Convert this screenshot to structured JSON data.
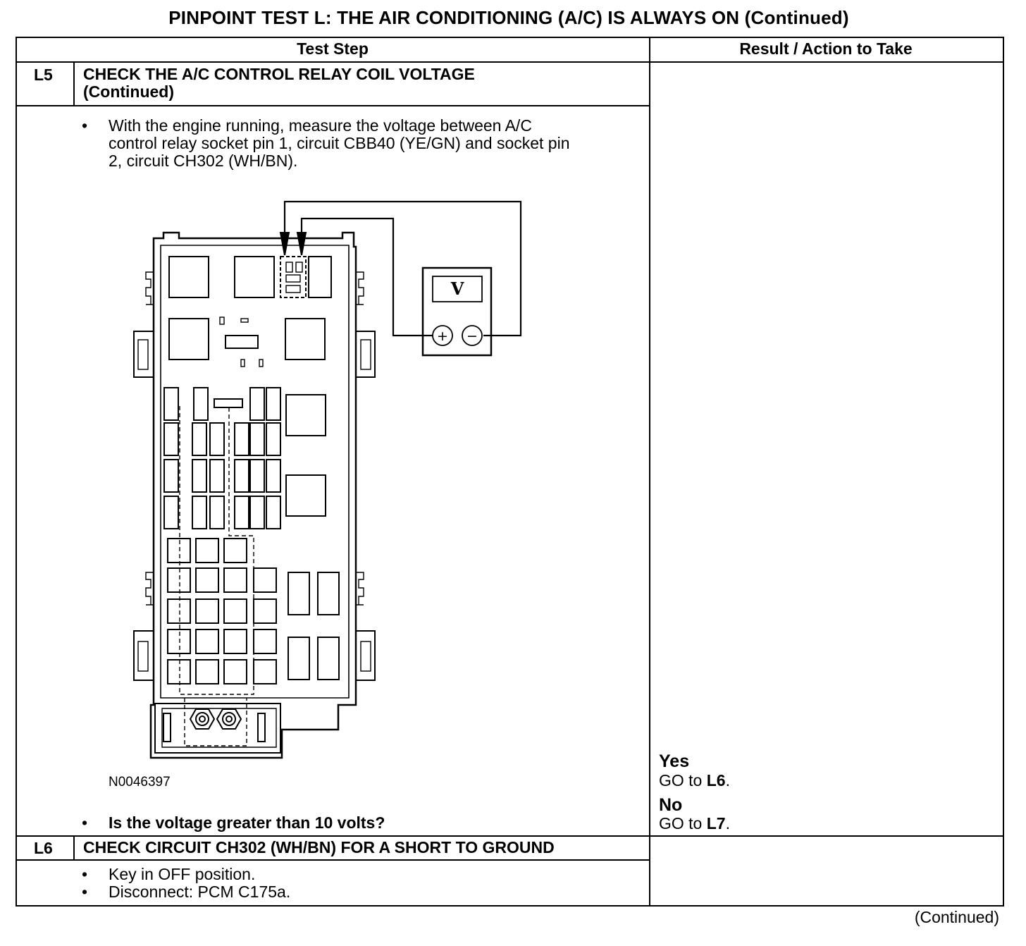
{
  "title": "PINPOINT TEST L: THE AIR CONDITIONING (A/C) IS ALWAYS ON (Continued)",
  "table": {
    "headers": {
      "test_step": "Test Step",
      "result_action": "Result / Action to Take"
    },
    "steps": [
      {
        "id": "L5",
        "title_line1": "CHECK THE A/C CONTROL RELAY COIL VOLTAGE",
        "title_line2": "(Continued)",
        "instruction_lines": [
          "With the engine running, measure the voltage between A/C",
          "control relay socket pin 1, circuit CBB40 (YE/GN) and socket pin",
          "2, circuit CH302 (WH/BN)."
        ],
        "figure": {
          "id": "N0046397",
          "meter_symbol": "V",
          "plus_symbol": "+",
          "minus_symbol": "−"
        },
        "question": "Is the voltage greater than 10 volts?",
        "results": [
          {
            "answer": "Yes",
            "action_prefix": "GO to ",
            "action_target": "L6",
            "action_suffix": "."
          },
          {
            "answer": "No",
            "action_prefix": "GO to ",
            "action_target": "L7",
            "action_suffix": "."
          }
        ]
      },
      {
        "id": "L6",
        "title": "CHECK CIRCUIT CH302 (WH/BN) FOR A SHORT TO GROUND",
        "bullets": [
          "Key in OFF position.",
          "Disconnect: PCM C175a."
        ]
      }
    ]
  },
  "bullet_char": "•",
  "footer": "(Continued)"
}
